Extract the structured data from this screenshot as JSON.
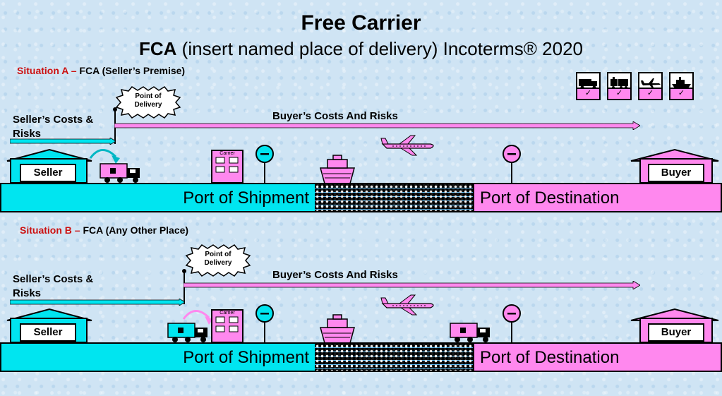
{
  "title": "Free Carrier",
  "subtitle_bold": "FCA",
  "subtitle_rest": " (insert named place of delivery) Incoterms® 2020",
  "situation_a": {
    "prefix": "Situation A –",
    "text": "FCA (Seller’s Premise)"
  },
  "situation_b": {
    "prefix": "Situation B –",
    "text": "FCA (Any Other Place)"
  },
  "point_of_delivery": "Point of Delivery",
  "sellers_costs": "Seller’s Costs & Risks",
  "buyers_costs": "Buyer’s Costs And Risks",
  "seller": "Seller",
  "buyer": "Buyer",
  "carrier": "Carrier",
  "port_of_shipment": "Port of Shipment",
  "port_of_destination": "Port of Destination",
  "transport_modes": [
    {
      "icon": "truck-icon",
      "check": "✓"
    },
    {
      "icon": "train-icon",
      "check": "✓"
    },
    {
      "icon": "airplane-icon",
      "check": "✓"
    },
    {
      "icon": "ship-icon",
      "check": "✓"
    }
  ],
  "colors": {
    "cyan": "#00e5f0",
    "pink": "#ff88ee",
    "red": "#cc1111",
    "background": "#cfe4f4"
  }
}
